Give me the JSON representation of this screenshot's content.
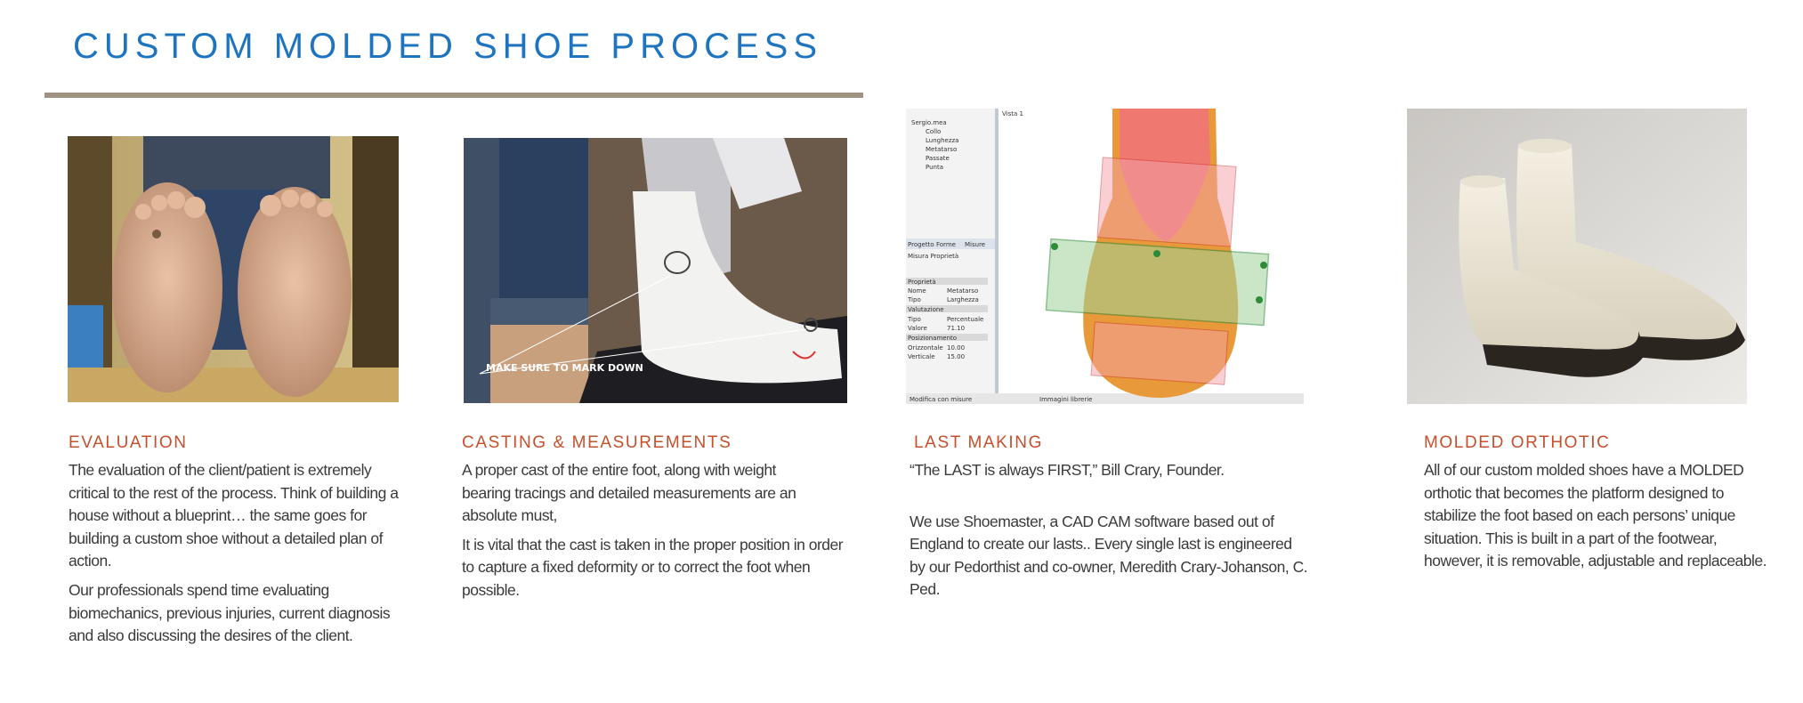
{
  "page": {
    "title": "CUSTOM MOLDED SHOE PROCESS",
    "accent_color": "#1f74c0",
    "heading_color": "#c4502c",
    "rule_color": "#9e9383"
  },
  "sections": [
    {
      "heading": "EVALUATION",
      "paragraphs": [
        "The evaluation of the client/patient is extremely critical to the rest of the process. Think of building a house without a blueprint… the same goes for building a custom shoe without a detailed plan of action.",
        "Our professionals spend time evaluating biomechanics, previous injuries, current diagnosis and also discussing the desires of the client."
      ]
    },
    {
      "heading": "CASTING & MEASUREMENTS",
      "paragraphs": [
        "A proper cast of the entire foot, along with weight bearing tracings and detailed measurements are an absolute must,",
        "It is vital that the cast is taken in the proper position in order to capture a fixed deformity or to correct the foot when possible."
      ],
      "photo_caption": "MAKE SURE TO MARK DOWN"
    },
    {
      "heading": "LAST MAKING",
      "paragraphs": [
        "“The LAST is always FIRST,” Bill Crary, Founder.",
        "We use Shoemaster, a CAD CAM software based out of England to create our lasts.. Every single last is engineered by our Pedorthist and co-owner, Meredith Crary-Johanson, C. Ped."
      ]
    },
    {
      "heading": "MOLDED ORTHOTIC",
      "paragraphs": [
        "All of our custom molded shoes have a MOLDED orthotic that becomes the platform designed to stabilize the foot based on each persons’ unique situation. This is built in a part of the footwear, however, it is removable, adjustable and replaceable."
      ]
    }
  ],
  "cad_ui": {
    "tree_root": "Sergio.mea",
    "tree_items": [
      "Collo",
      "Lunghezza",
      "Metatarso",
      "Passate",
      "Punta"
    ],
    "view_label": "Vista 1",
    "tabs": [
      "Progetto",
      "Forme",
      "Misure"
    ],
    "property_title": "Misura Proprietà",
    "properties": [
      {
        "name": "Proprietà",
        "value": ""
      },
      {
        "name": "Nome",
        "value": "Metatarso"
      },
      {
        "name": "Tipo",
        "value": "Larghezza"
      },
      {
        "name": "Valutazione",
        "value": ""
      },
      {
        "name": "Tipo",
        "value": "Percentuale"
      },
      {
        "name": "Valore",
        "value": "71.10"
      },
      {
        "name": "Posizionamento",
        "value": ""
      },
      {
        "name": "Orizzontale",
        "value": "10.00"
      },
      {
        "name": "Verticale",
        "value": "15.00"
      }
    ],
    "status_left": "Modifica con misure",
    "status_right": "Immagini librerie"
  }
}
